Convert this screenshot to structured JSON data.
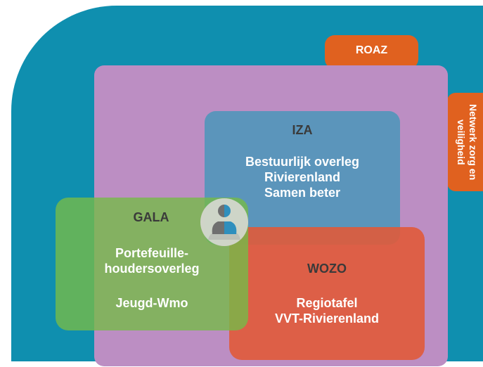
{
  "boxes": {
    "roaz": {
      "label": "ROAZ"
    },
    "netwerk": {
      "label": "Netwerk zorg en veiligheid"
    },
    "iza": {
      "title": "IZA",
      "lines": [
        "Bestuurlijk overleg",
        "Rivierenland",
        "Samen beter"
      ]
    },
    "gala": {
      "title": "GALA",
      "lines": [
        "Portefeuille-",
        "houdersoverleg"
      ],
      "extra": "Jeugd-Wmo"
    },
    "wozo": {
      "title": "WOZO",
      "lines": [
        "Regiotafel",
        "VVT-Rivierenland"
      ]
    }
  },
  "icons": {
    "center": "person-icon"
  },
  "colors": {
    "teal": "#0f8faf",
    "orange": "#e0611f",
    "purple": "#bc8ec3",
    "blue": "#4d96ba",
    "green": "#76ba48",
    "red": "#e05a3a"
  }
}
